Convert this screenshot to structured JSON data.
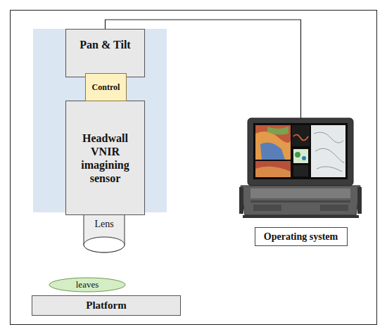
{
  "diagram": {
    "nodes": [
      {
        "text": [
          "Pan & Tilt"
        ]
      },
      {
        "text": [
          "Control"
        ]
      },
      {
        "text": [
          "Headwall VNIR imagining sensor"
        ]
      },
      {
        "text": [
          "Lens"
        ]
      },
      {
        "text": [
          "leaves"
        ]
      },
      {
        "text": [
          "Platform"
        ]
      },
      {
        "text": [
          "Operating system"
        ]
      }
    ],
    "edges": [
      {
        "from": 0,
        "to": 6,
        "arrow": "none"
      }
    ]
  }
}
